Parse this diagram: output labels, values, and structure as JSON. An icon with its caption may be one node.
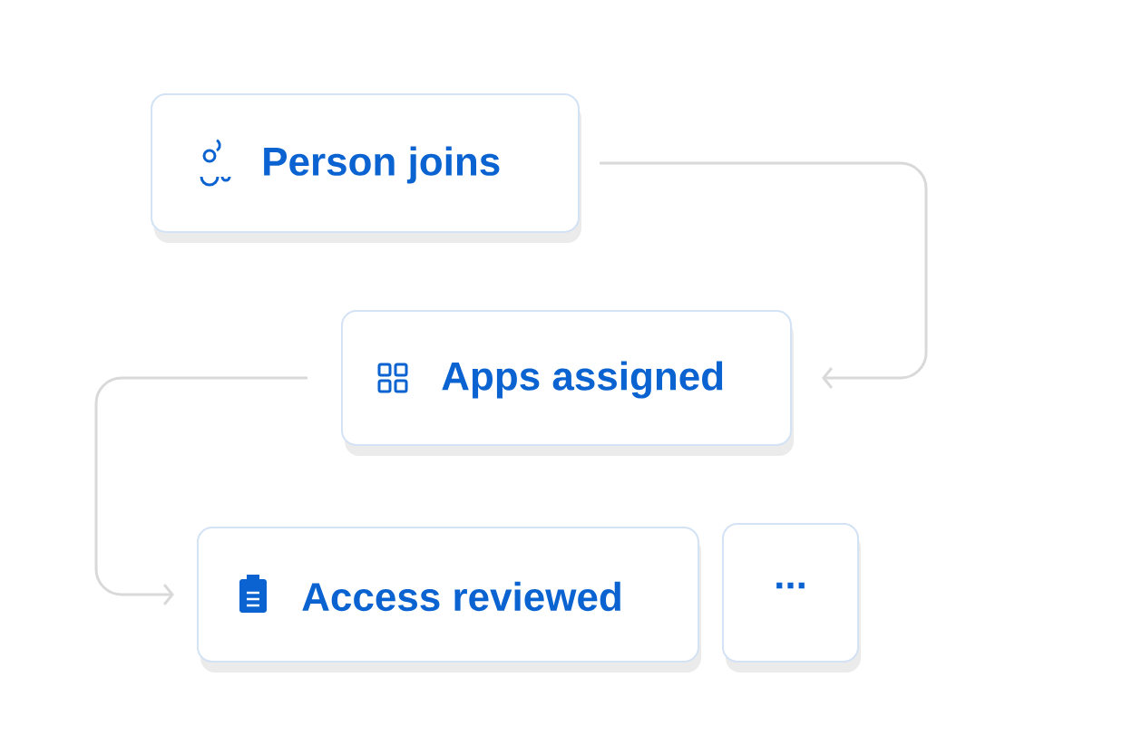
{
  "diagram": {
    "nodes": [
      {
        "text": [
          "Person joins"
        ]
      },
      {
        "text": [
          "Apps assigned"
        ]
      },
      {
        "text": [
          "Access reviewed"
        ]
      },
      {
        "text": [
          "..."
        ]
      }
    ],
    "edges": [
      {
        "from": 0,
        "to": 1,
        "arrow": "to"
      },
      {
        "from": 1,
        "to": 2,
        "arrow": "to"
      }
    ]
  }
}
